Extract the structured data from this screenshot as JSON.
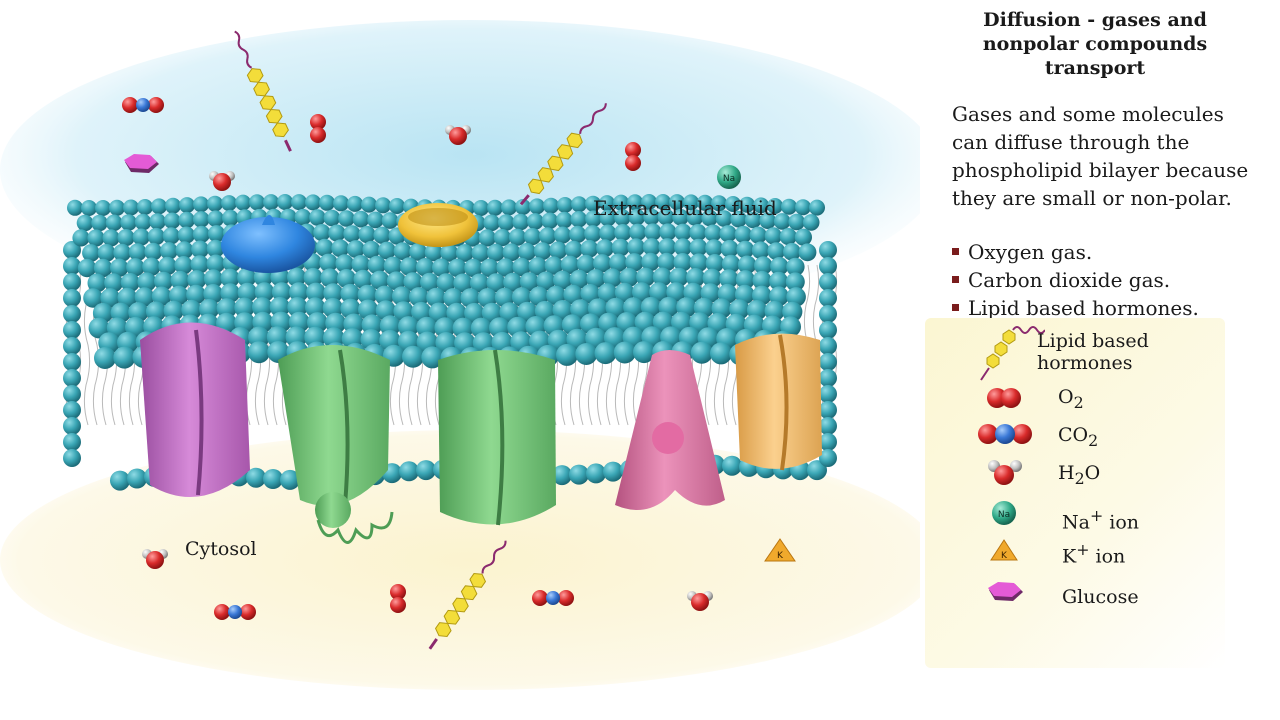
{
  "diagram": {
    "extracellular_label": "Extracellular fluid",
    "cytosol_label": "Cytosol",
    "na_text": "Na",
    "k_text": "K"
  },
  "panel": {
    "title": "Diffusion - gases and nonpolar compounds transport",
    "intro": "Gases and some molecules can diffuse through the phospholipid bilayer because they are small or non-polar.",
    "bullets": [
      "Oxygen gas.",
      "Carbon dioxide gas.",
      "Lipid based hormones."
    ]
  },
  "legend": {
    "hormones_line1": "Lipid based",
    "hormones_line2": "hormones",
    "o2": "O",
    "o2_sub": "2",
    "co2": "CO",
    "co2_sub": "2",
    "h2o_a": "H",
    "h2o_sub": "2",
    "h2o_b": "O",
    "na": "Na",
    "na_sup": "+",
    "na_suffix": " ion",
    "k": "K",
    "k_sup": "+",
    "k_suffix": " ion",
    "glucose": "Glucose",
    "icon_na": "Na",
    "icon_k": "K"
  },
  "colors": {
    "extracellular_bg": "#cdebf5",
    "cytosol_bg": "#fbf6d8",
    "lipid_head": "#3ba7b6",
    "hormone_hex": "#f3dd3a",
    "hormone_tail": "#8b2a6e",
    "oxygen": "#d92b2b",
    "carbon": "#3a78d6",
    "glucose": "#e45bd6",
    "protein_purple": "#c774c9",
    "protein_green": "#79c77c",
    "protein_pink": "#de7aa6",
    "protein_orange": "#f3b96a",
    "protein_blue": "#2f86e0",
    "protein_yellow": "#f0c23a"
  }
}
